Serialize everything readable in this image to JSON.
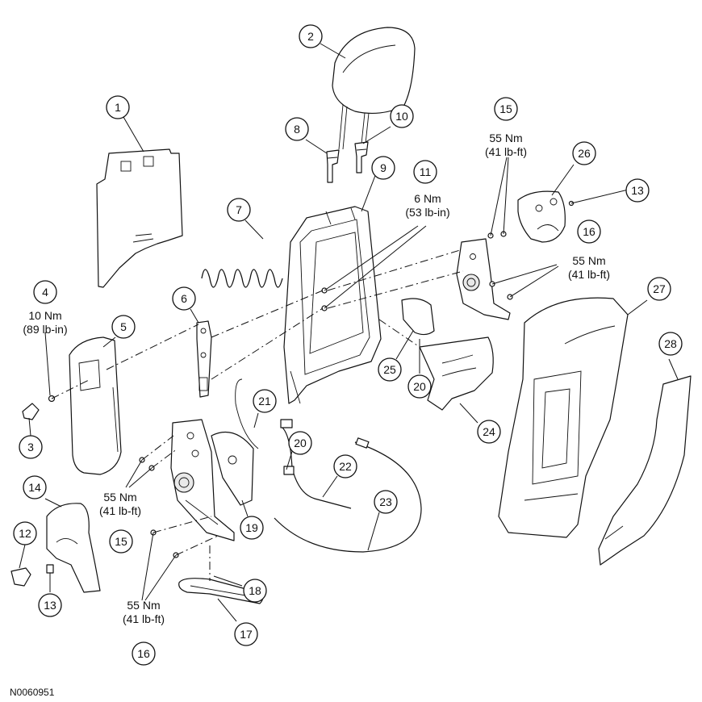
{
  "figure_id": "N0060951",
  "callouts": [
    {
      "id": "c1",
      "label": "1"
    },
    {
      "id": "c2",
      "label": "2"
    },
    {
      "id": "c3",
      "label": "3"
    },
    {
      "id": "c4",
      "label": "4"
    },
    {
      "id": "c5",
      "label": "5"
    },
    {
      "id": "c6",
      "label": "6"
    },
    {
      "id": "c7",
      "label": "7"
    },
    {
      "id": "c8",
      "label": "8"
    },
    {
      "id": "c9",
      "label": "9"
    },
    {
      "id": "c10",
      "label": "10"
    },
    {
      "id": "c11",
      "label": "11"
    },
    {
      "id": "c12",
      "label": "12"
    },
    {
      "id": "c13a",
      "label": "13"
    },
    {
      "id": "c13b",
      "label": "13"
    },
    {
      "id": "c14",
      "label": "14"
    },
    {
      "id": "c15a",
      "label": "15"
    },
    {
      "id": "c15b",
      "label": "15"
    },
    {
      "id": "c16a",
      "label": "16"
    },
    {
      "id": "c16b",
      "label": "16"
    },
    {
      "id": "c17",
      "label": "17"
    },
    {
      "id": "c18",
      "label": "18"
    },
    {
      "id": "c19",
      "label": "19"
    },
    {
      "id": "c20a",
      "label": "20"
    },
    {
      "id": "c20b",
      "label": "20"
    },
    {
      "id": "c21",
      "label": "21"
    },
    {
      "id": "c22",
      "label": "22"
    },
    {
      "id": "c23",
      "label": "23"
    },
    {
      "id": "c24",
      "label": "24"
    },
    {
      "id": "c25",
      "label": "25"
    },
    {
      "id": "c26",
      "label": "26"
    },
    {
      "id": "c27",
      "label": "27"
    },
    {
      "id": "c28",
      "label": "28"
    }
  ],
  "torque_specs": [
    {
      "id": "t4",
      "nm": "10 Nm",
      "alt": "(89 lb-in)"
    },
    {
      "id": "t11",
      "nm": "6 Nm",
      "alt": "(53 lb-in)"
    },
    {
      "id": "t15top",
      "nm": "55 Nm",
      "alt": "(41 lb-ft)"
    },
    {
      "id": "t16top",
      "nm": "55 Nm",
      "alt": "(41 lb-ft)"
    },
    {
      "id": "t15bot",
      "nm": "55 Nm",
      "alt": "(41 lb-ft)"
    },
    {
      "id": "t16bot",
      "nm": "55 Nm",
      "alt": "(41 lb-ft)"
    }
  ]
}
